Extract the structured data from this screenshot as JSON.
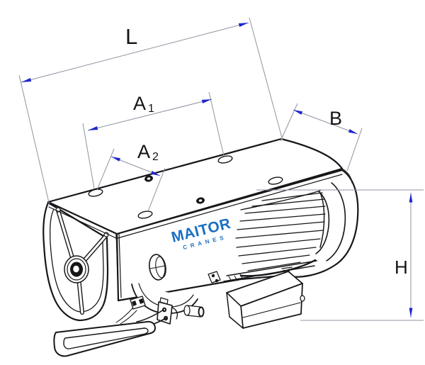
{
  "page": {
    "background": "#ffffff",
    "type": "technical-dimension-drawing",
    "subject": "electric rope hoist"
  },
  "drawing": {
    "stroke_color": "#17171a",
    "dim_line_color": "#8d93a0",
    "arrow_color": "#1e26cc",
    "label_color": "#141414"
  },
  "dimensions": {
    "length": {
      "label": "L"
    },
    "hole_span_1": {
      "label": "A",
      "subscript": "1"
    },
    "hole_span_2": {
      "label": "A",
      "subscript": "2"
    },
    "width": {
      "label": "B"
    },
    "height": {
      "label": "H"
    }
  },
  "logo": {
    "brand": "MAITOR",
    "tagline": "CRANES",
    "color": "#1a6fc0"
  }
}
